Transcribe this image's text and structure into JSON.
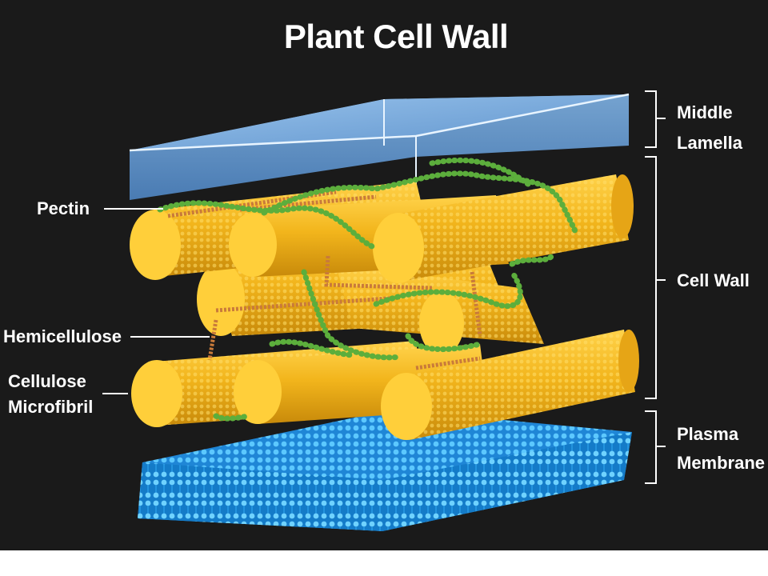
{
  "title": "Plant Cell Wall",
  "labels_left": {
    "pectin": "Pectin",
    "hemicellulose": "Hemicellulose",
    "cellulose_line1": "Cellulose",
    "cellulose_line2": "Microfibril"
  },
  "labels_right": {
    "middle_lamella_line1": "Middle",
    "middle_lamella_line2": "Lamella",
    "cell_wall": "Cell Wall",
    "plasma_membrane_line1": "Plasma",
    "plasma_membrane_line2": "Membrane"
  },
  "colors": {
    "background": "#1a1a1a",
    "cellulose": "#f2b51c",
    "pectin": "#5cae3c",
    "hemicellulose": "#c97a3a",
    "middle_lamella": "#6fa8dc",
    "plasma_membrane": "#2fa8e6"
  }
}
